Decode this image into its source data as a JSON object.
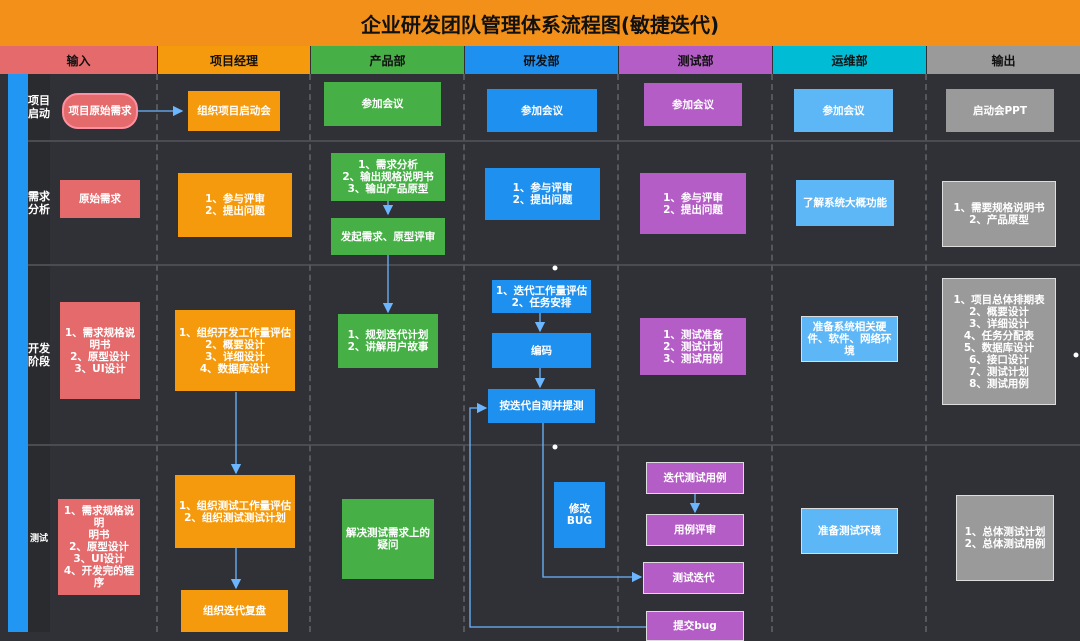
{
  "title": "企业研发团队管理体系流程图(敏捷迭代)",
  "columns": [
    "输入",
    "项目经理",
    "产品部",
    "研发部",
    "测试部",
    "运维部",
    "输出"
  ],
  "column_colors": [
    "#e56a6c",
    "#f59a0d",
    "#46b046",
    "#1e90ef",
    "#b45dc7",
    "#00bcd4",
    "#9a9a9a"
  ],
  "rows": [
    "项目\n启动",
    "需求\n分析",
    "开发\n阶段",
    "测试"
  ],
  "nodes": {
    "r1_input": "项目原始需求",
    "r1_pm": "组织项目启动会",
    "r1_product": "参加会议",
    "r1_dev": "参加会议",
    "r1_test": "参加会议",
    "r1_ops": "参加会议",
    "r1_output": "启动会PPT",
    "r2_input": "原始需求",
    "r2_pm": "1、参与评审\n2、提出问题",
    "r2_product_a": "1、需求分析\n2、输出规格说明书\n3、输出产品原型",
    "r2_product_b": "发起需求、原型评审",
    "r2_dev": "1、参与评审\n2、提出问题",
    "r2_test": "1、参与评审\n2、提出问题",
    "r2_ops": "了解系统大概功能",
    "r2_output": "1、需要规格说明书\n2、产品原型",
    "r3_input": "1、需求规格说\n明书\n2、原型设计\n3、UI设计",
    "r3_pm": "1、组织开发工作量评估\n2、概要设计\n3、详细设计\n4、数据库设计",
    "r3_product": "1、规划迭代计划\n2、讲解用户故事",
    "r3_dev_a": "1、迭代工作量评估\n2、任务安排",
    "r3_dev_b": "编码",
    "r3_dev_c": "按迭代自测并提测",
    "r3_test": "1、测试准备\n2、测试计划\n3、测试用例",
    "r3_ops": "准备系统相关硬\n件、软件、网络环\n境",
    "r3_output": "1、项目总体排期表\n2、概要设计\n3、详细设计\n4、任务分配表\n5、数据库设计\n6、接口设计\n7、测试计划\n8、测试用例",
    "r4_input": "1、需求规格说明\n明书\n2、原型设计\n3、UI设计\n4、开发完的程\n序",
    "r4_pm_a": "1、组织测试工作量评估\n2、组织测试测试计划",
    "r4_pm_b": "组织迭代复盘",
    "r4_product": "解决测试需求上的\n疑问",
    "r4_dev": "修改\nBUG",
    "r4_test_a": "迭代测试用例",
    "r4_test_b": "用例评审",
    "r4_test_c": "测试迭代",
    "r4_test_d": "提交bug",
    "r4_ops": "准备测试环境",
    "r4_output": "1、总体测试计划\n2、总体测试用例"
  }
}
